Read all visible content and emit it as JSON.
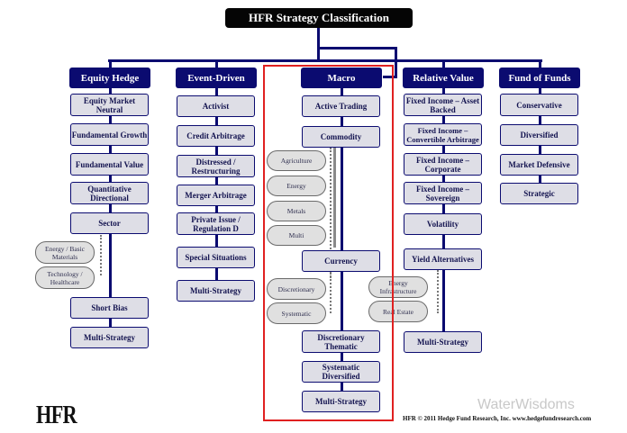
{
  "title": "HFR Strategy Classification",
  "columns": {
    "equity_hedge": {
      "label": "Equity Hedge",
      "items": [
        "Equity Market Neutral",
        "Fundamental Growth",
        "Fundamental Value",
        "Quantitative Directional",
        "Sector",
        "Short Bias",
        "Multi-Strategy"
      ],
      "sub": [
        "Energy / Basic Materials",
        "Technology / Healthcare"
      ]
    },
    "event_driven": {
      "label": "Event-Driven",
      "items": [
        "Activist",
        "Credit Arbitrage",
        "Distressed / Restructuring",
        "Merger Arbitrage",
        "Private Issue / Regulation D",
        "Special Situations",
        "Multi-Strategy"
      ]
    },
    "macro": {
      "label": "Macro",
      "items": [
        "Active Trading",
        "Commodity",
        "Currency",
        "Discretionary Thematic",
        "Systematic Diversified",
        "Multi-Strategy"
      ],
      "commodity_sub": [
        "Agriculture",
        "Energy",
        "Metals",
        "Multi"
      ],
      "currency_sub": [
        "Discretionary",
        "Systematic"
      ]
    },
    "relative_value": {
      "label": "Relative Value",
      "items": [
        "Fixed Income – Asset Backed",
        "Fixed Income – Convertible Arbitrage",
        "Fixed Income – Corporate",
        "Fixed Income – Sovereign",
        "Volatility",
        "Yield Alternatives",
        "Multi-Strategy"
      ],
      "sub": [
        "Energy Infrastructure",
        "Real Estate"
      ]
    },
    "fund_of_funds": {
      "label": "Fund of Funds",
      "items": [
        "Conservative",
        "Diversified",
        "Market Defensive",
        "Strategic"
      ]
    }
  },
  "footer": {
    "logo": "HFR",
    "copyright": "HFR © 2011 Hedge Fund Research, Inc.  www.hedgefundresearch.com",
    "watermark": "WaterWisdoms"
  },
  "colors": {
    "navy": "#0b0b70",
    "highlight": "#e02020",
    "box": "#dedee6"
  }
}
